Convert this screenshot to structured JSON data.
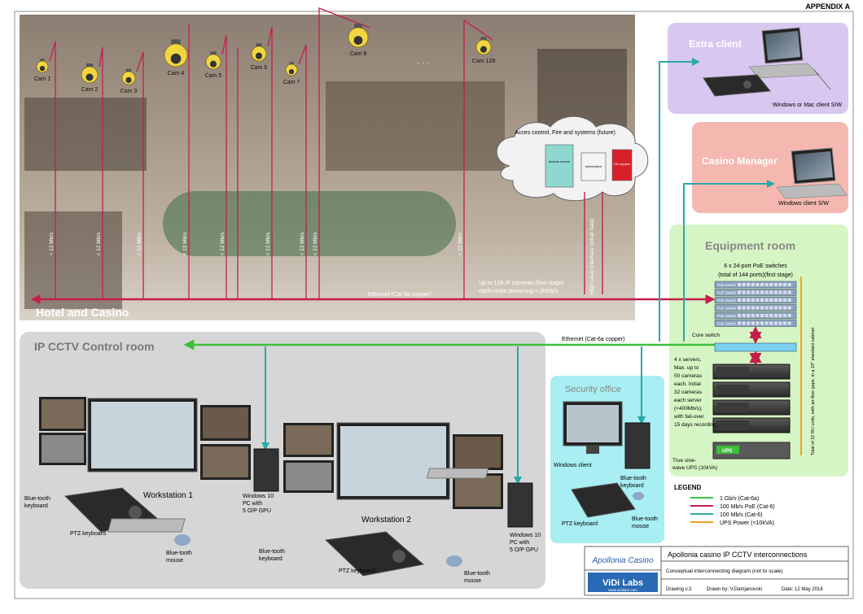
{
  "appendix": "APPENDIX A",
  "zones": {
    "hotel": "Hotel and Casino",
    "control_room": "IP CCTV Control room",
    "extra_client": "Extra client",
    "casino_manager": "Casino Manager",
    "equipment_room": "Equipment room",
    "security_office": "Security office"
  },
  "cameras": [
    "Cam 1",
    "Cam 2",
    "Cam 3",
    "Cam 4",
    "Cam 5",
    "Cam 6",
    "Cam 7",
    "Cam 8",
    "Cam 128"
  ],
  "ellipsis": "· · ·",
  "bandwidth_label": "< 12 Mb/s",
  "ethernet_hotel": "Ethernet (Cat-6a copper)",
  "ethernet_control": "Ethernet (Cat-6a copper)",
  "up_to_cameras": [
    "Up to 128 IP cameras (first stage)",
    "each cmbe streaming < 20Mb/s"
  ],
  "high_level_interface": "High Level Interface (small data)",
  "access_control": {
    "title": "Acces control, Fire and systems (future)",
    "box1": "Access control",
    "box2": "Information",
    "box3": "Fire system"
  },
  "clients": {
    "extra": "Windows or Mac client S/W",
    "manager": "Windows client S/W"
  },
  "equipment": {
    "poe": [
      "6 x 24-port PoE switches",
      "(total of 144 ports)(first stage)"
    ],
    "poe_switch_label": "PoE Switch",
    "core_switch": "Core switch",
    "servers": [
      "4 x servers.",
      "Max. up to",
      "50 cameras",
      "each. Initial",
      "32 cameras",
      "each server",
      "(<400Mb/s),",
      "with fail-over.",
      "15 days recording"
    ],
    "ups": [
      "True sine-",
      "wave UPS (10kVA)"
    ],
    "ups_tag": "UPS",
    "rack": "Total of 32 RU units, with air-flow gaps, in a 19\" standard cabinet"
  },
  "workstation1": {
    "name": "Workstation 1",
    "keyboard": [
      "Blue-tooth",
      "keyboard"
    ],
    "ptz": "PTZ keyboard",
    "mouse": [
      "Blue-tooth",
      "mouse"
    ],
    "pc": [
      "Windows 10",
      "PC with",
      "5 O/P GPU"
    ]
  },
  "workstation2": {
    "name": "Workstation 2",
    "keyboard": [
      "Blue-tooth",
      "keyboard"
    ],
    "ptz": "PTZ keyboard",
    "mouse": [
      "Blue-tooth",
      "mouse"
    ],
    "pc": [
      "Windows 10",
      "PC with",
      "5 O/P GPU"
    ]
  },
  "security": {
    "client": "Windows client",
    "keyboard": [
      "Blue-tooth",
      "keyboard"
    ],
    "ptz": "PTZ keyboard",
    "mouse": [
      "Blue-tooth",
      "mouse"
    ]
  },
  "legend": {
    "title": "LEGEND",
    "items": [
      {
        "label": "1 Gb/s (Cat-6a)",
        "color": "#3fbf3f"
      },
      {
        "label": "100 Mb/s PoE (Cat-6)",
        "color": "#c41e4a"
      },
      {
        "label": "100 Mb/s (Cat-6)",
        "color": "#2aa8a8"
      },
      {
        "label": "UPS Power (<10kVA)",
        "color": "#f0a020"
      }
    ]
  },
  "title_block": {
    "logo": "Apollonia Casino",
    "title": "Apollonia casino IP CCTV interconnections",
    "subtitle": "Conceptual interconnecting diagram (not to scale)",
    "vidi": "ViDi Labs",
    "vidi_url": "www.vidilabs.com",
    "drawing": "Drawing v.3",
    "drawn_by": "Drawn by: V.Damjanovski",
    "date": "Date: 12 May 2018"
  },
  "colors": {
    "green": "#3fbf3f",
    "red": "#c41e4a",
    "teal": "#2aa8a8",
    "orange": "#f0a020",
    "extra_bg": "#d8c8f0",
    "manager_bg": "#f5b8b0",
    "equipment_bg": "#d6f5c4",
    "security_bg": "#a8eef2",
    "control_bg": "#d6d6d6"
  }
}
